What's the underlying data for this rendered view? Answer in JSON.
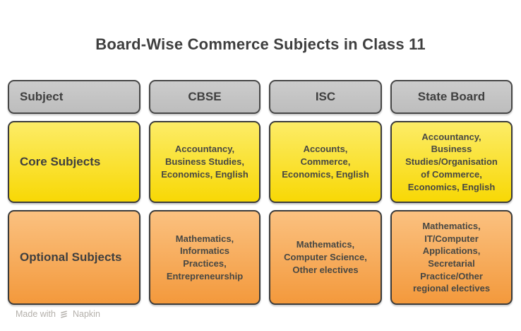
{
  "title": "Board-Wise Commerce Subjects in Class 11",
  "table": {
    "headers": [
      "Subject",
      "CBSE",
      "ISC",
      "State Board"
    ],
    "rows": [
      {
        "label": "Core Subjects",
        "cells": [
          "Accountancy,\nBusiness Studies,\nEconomics, English",
          "Accounts,\nCommerce,\nEconomics, English",
          "Accountancy,\nBusiness\nStudies/Organisation\nof Commerce,\nEconomics, English"
        ]
      },
      {
        "label": "Optional Subjects",
        "cells": [
          "Mathematics,\nInformatics\nPractices,\nEntrepreneurship",
          "Mathematics,\nComputer Science,\nOther electives",
          "Mathematics,\nIT/Computer\nApplications,\nSecretarial\nPractice/Other\nregional electives"
        ]
      }
    ]
  },
  "footer": {
    "made_with": "Made with",
    "brand": "Napkin",
    "logo_icon": "napkin-logo-icon"
  },
  "colors": {
    "header_bg_top": "#cccccc",
    "header_bg_bottom": "#bdbdbd",
    "core_row_top": "#fcec67",
    "core_row_bottom": "#f8d805",
    "optional_row_top": "#fbc180",
    "optional_row_bottom": "#f3993c",
    "cell_border": "#3b3b3b",
    "title_text": "#3f3f3f",
    "cell_text": "#474743",
    "footer_text": "#b4b0ab"
  }
}
